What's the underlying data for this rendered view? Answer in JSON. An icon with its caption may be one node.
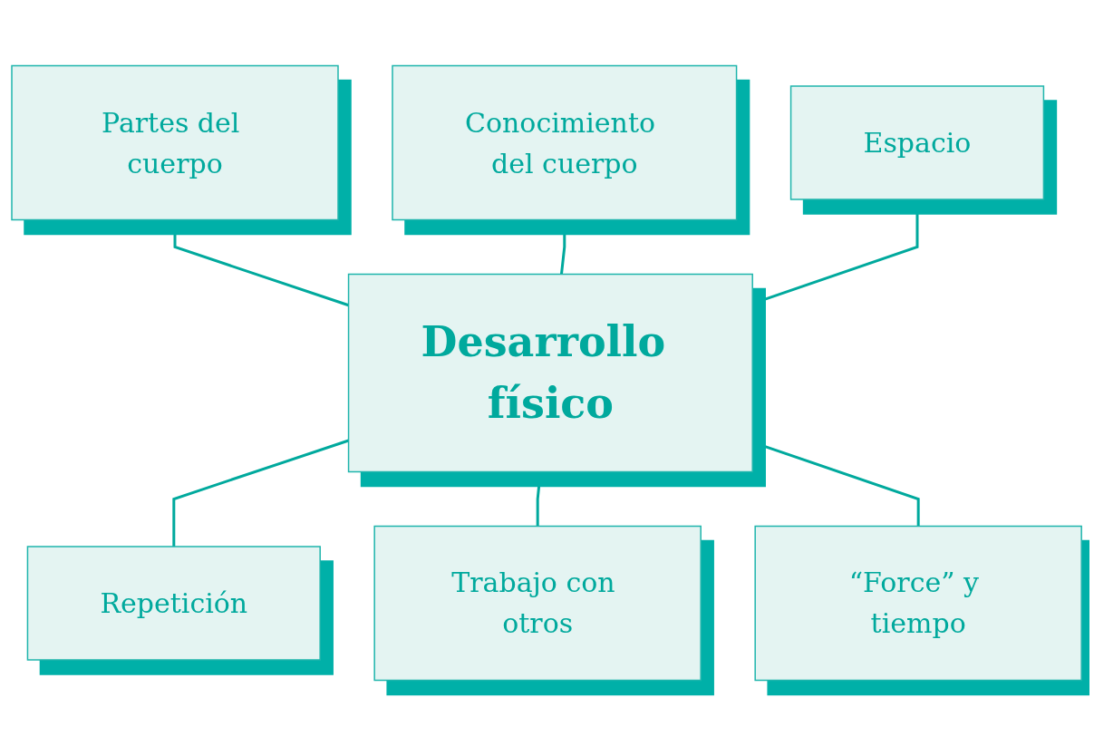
{
  "diagram": {
    "nodes": [
      {
        "text": [
          "Conocimiento del cuerpo"
        ]
      },
      {
        "text": [
          "Partes del cuerpo"
        ]
      },
      {
        "text": [
          "Espacio"
        ]
      },
      {
        "text": [
          "Desarrollo físico"
        ]
      },
      {
        "text": [
          "Repetición"
        ]
      },
      {
        "text": [
          "“Force” y tiempo"
        ]
      },
      {
        "text": [
          "Trabajo con otros"
        ]
      }
    ],
    "edges": [
      {
        "from": 1,
        "to": 3,
        "arrow": "none"
      },
      {
        "from": 0,
        "to": 3,
        "arrow": "none"
      },
      {
        "from": 2,
        "to": 3,
        "arrow": "none"
      },
      {
        "from": 3,
        "to": 4,
        "arrow": "none"
      },
      {
        "from": 3,
        "to": 6,
        "arrow": "none"
      },
      {
        "from": 3,
        "to": 5,
        "arrow": "none"
      }
    ]
  }
}
